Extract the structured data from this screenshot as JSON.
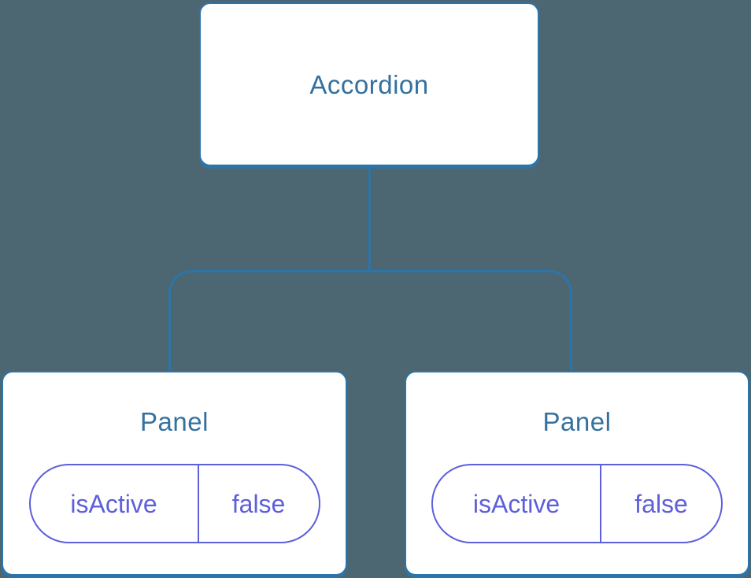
{
  "colors": {
    "background": "#4d6772",
    "connector": "#2d74a8",
    "node_border": "#2d74a8",
    "node_bg": "#ffffff",
    "node_text": "#34719f",
    "state_accent": "#5d5fdb"
  },
  "tree": {
    "root": {
      "label": "Accordion"
    },
    "children": [
      {
        "label": "Panel",
        "state": {
          "name": "isActive",
          "value": "false"
        }
      },
      {
        "label": "Panel",
        "state": {
          "name": "isActive",
          "value": "false"
        }
      }
    ]
  }
}
